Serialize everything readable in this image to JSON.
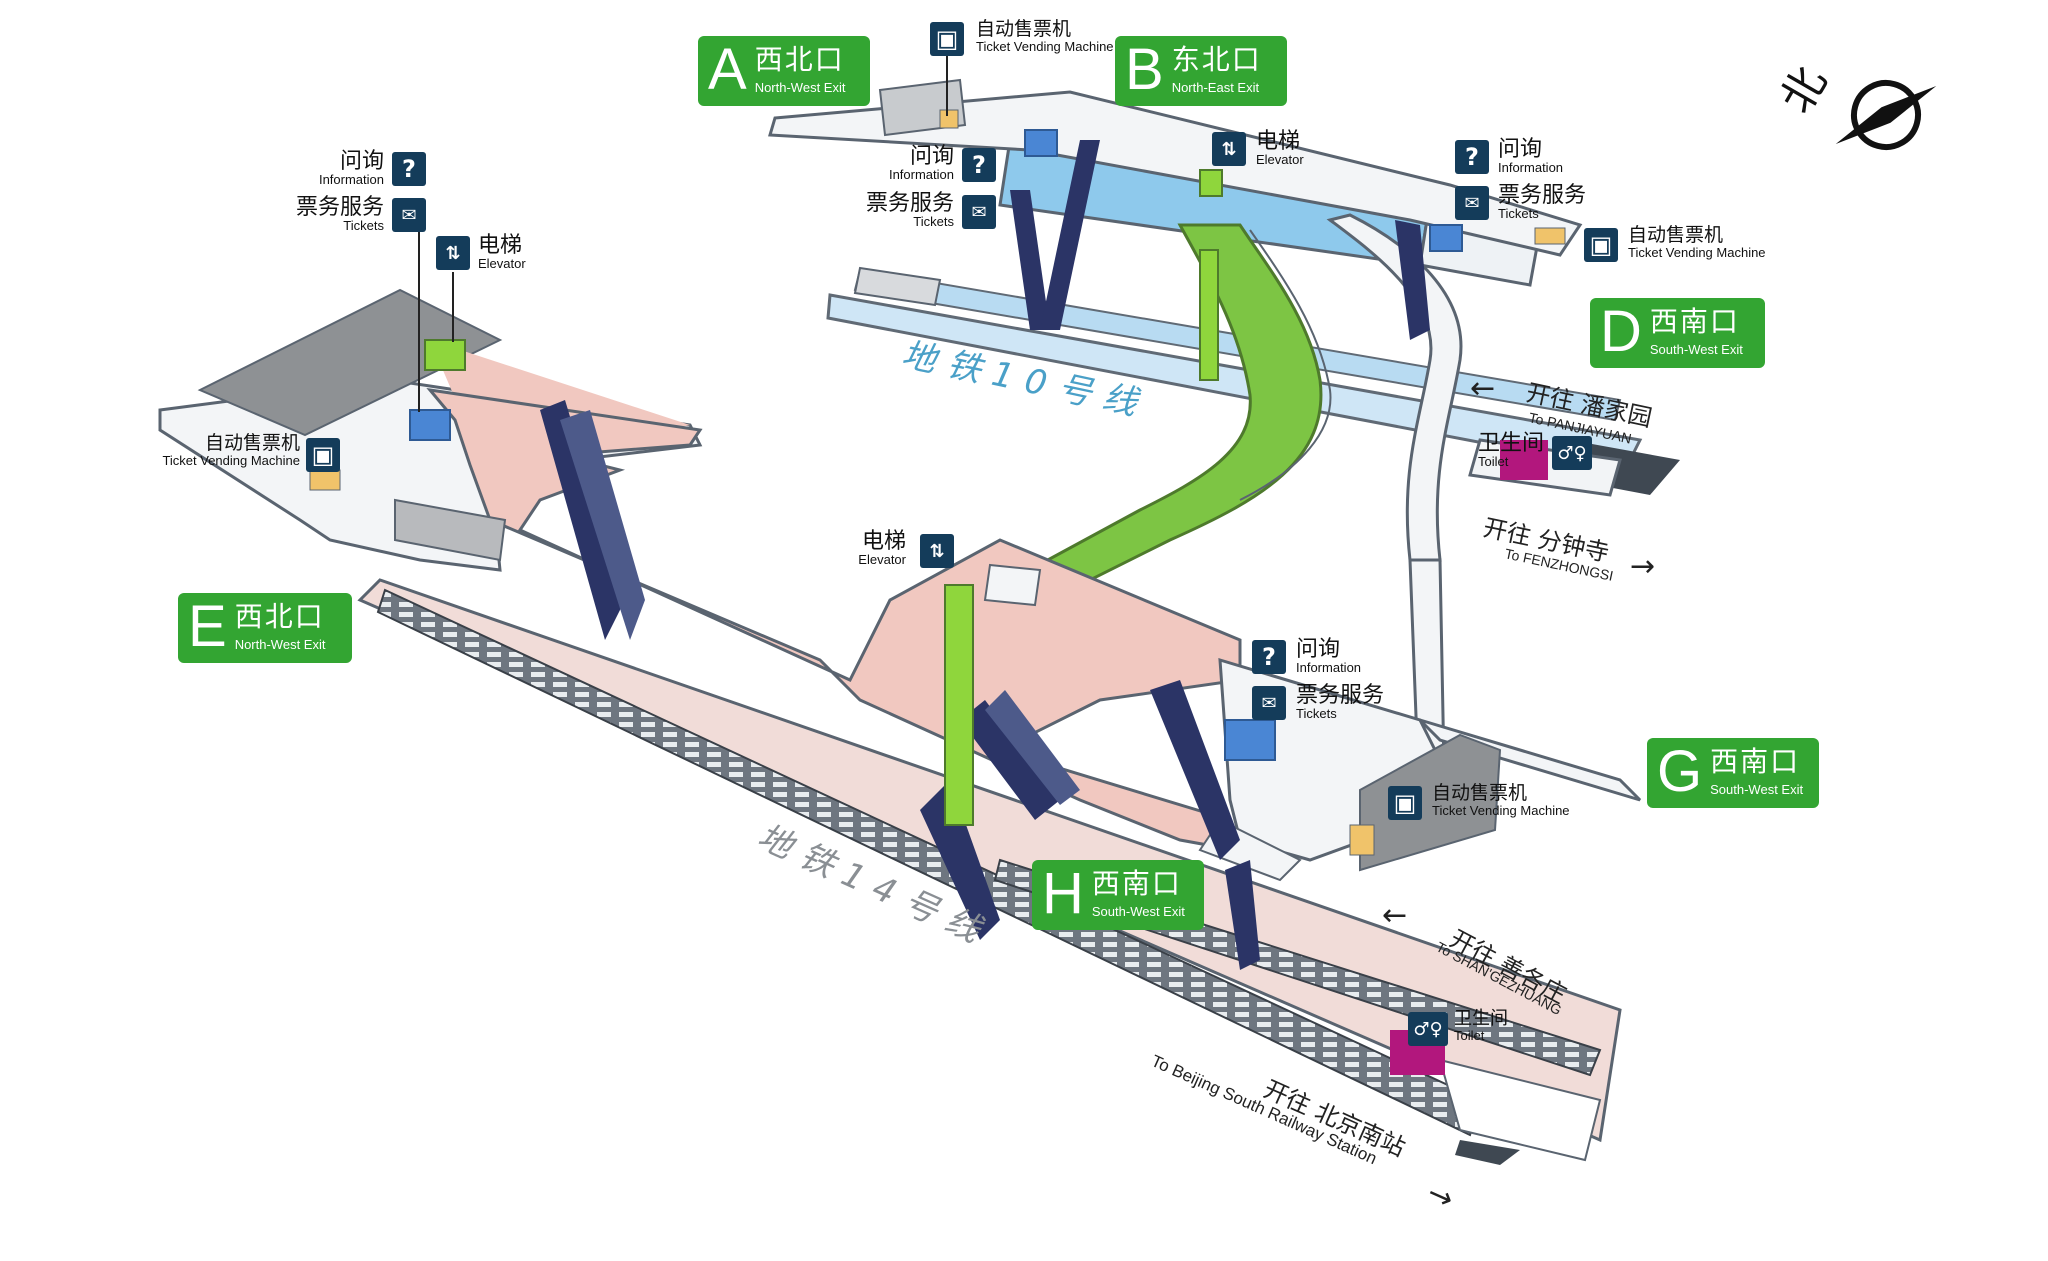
{
  "colors": {
    "exit_green": "#33a532",
    "icon_navy": "#143c5a",
    "line10_blue": "#8ec9ec",
    "line14_pink": "#f1c8c0",
    "passage_green": "#7dc544",
    "elevator_green": "#8fd63c",
    "toilet_magenta": "#b2177d",
    "machine_blue": "#4a86d4",
    "escalator": "#2b3466"
  },
  "north": {
    "label": "北"
  },
  "exits": {
    "A": {
      "letter": "A",
      "cn": "西北口",
      "en": "North-West Exit"
    },
    "B": {
      "letter": "B",
      "cn": "东北口",
      "en": "North-East Exit"
    },
    "D": {
      "letter": "D",
      "cn": "西南口",
      "en": "South-West Exit"
    },
    "E": {
      "letter": "E",
      "cn": "西北口",
      "en": "North-West Exit"
    },
    "G": {
      "letter": "G",
      "cn": "西南口",
      "en": "South-West Exit"
    },
    "H": {
      "letter": "H",
      "cn": "西南口",
      "en": "South-West Exit"
    }
  },
  "labels": {
    "info_cn": "问询",
    "info_en": "Information",
    "tickets_cn": "票务服务",
    "tickets_en": "Tickets",
    "elevator_cn": "电梯",
    "elevator_en": "Elevator",
    "tvm_cn": "自动售票机",
    "tvm_en": "Ticket Vending Machine",
    "toilet_cn": "卫生间",
    "toilet_en": "Toilet"
  },
  "lines": {
    "line10": "地铁10号线",
    "line14": "地铁14号线"
  },
  "directions": {
    "panjiayuan_cn": "开往 潘家园",
    "panjiayuan_en": "To PANJIAYUAN",
    "fenzhongsi_cn": "开往 分钟寺",
    "fenzhongsi_en": "To FENZHONGSI",
    "shangezhuang_cn": "开往 善各庄",
    "shangezhuang_en": "To SHAN'GEZHUANG",
    "beijingsouth_cn": "开往 北京南站",
    "beijingsouth_en": "To Beijing South Railway Station"
  }
}
